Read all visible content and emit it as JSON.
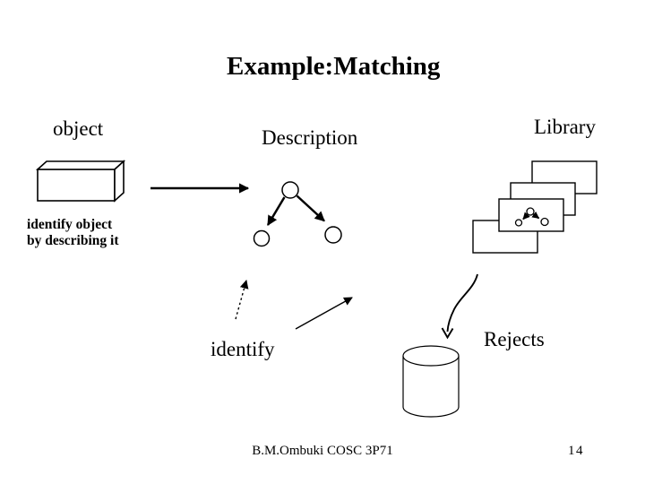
{
  "slide": {
    "title": "Example:Matching",
    "labels": {
      "object": "object",
      "description": "Description",
      "library": "Library",
      "identify": "identify",
      "rejects": "Rejects"
    },
    "annotation": {
      "line1": "identify object",
      "line2": "by describing it"
    },
    "footer": {
      "author_course": "B.M.Ombuki  COSC 3P71",
      "page_number": "14"
    },
    "icons": {
      "object_box": "3d-box-shape",
      "description_tree": "two-node-tree-graph",
      "library_stack": "stacked-cards",
      "rejects_store": "database-cylinder"
    },
    "colors": {
      "ink": "#000000",
      "background": "#ffffff"
    }
  }
}
